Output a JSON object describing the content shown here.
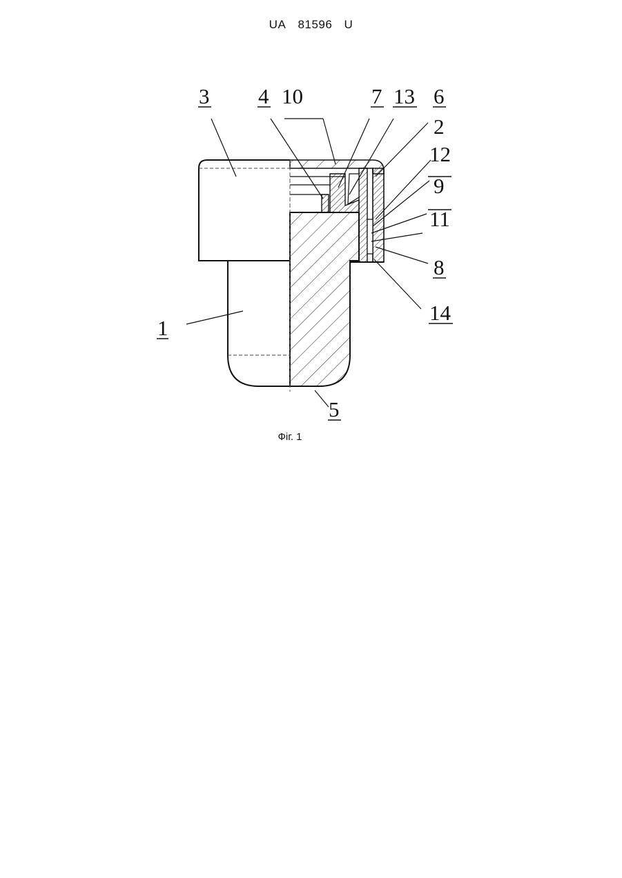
{
  "header": {
    "country": "UA",
    "number": "81596",
    "kind": "U"
  },
  "caption": "Фіг. 1",
  "labels": {
    "l1": "1",
    "l2": "2",
    "l3": "3",
    "l4": "4",
    "l5": "5",
    "l6": "6",
    "l7": "7",
    "l8": "8",
    "l9": "9",
    "l10": "10",
    "l11": "11",
    "l12": "12",
    "l13": "13",
    "l14": "14"
  },
  "colors": {
    "ink": "#111111",
    "paper": "#ffffff"
  }
}
